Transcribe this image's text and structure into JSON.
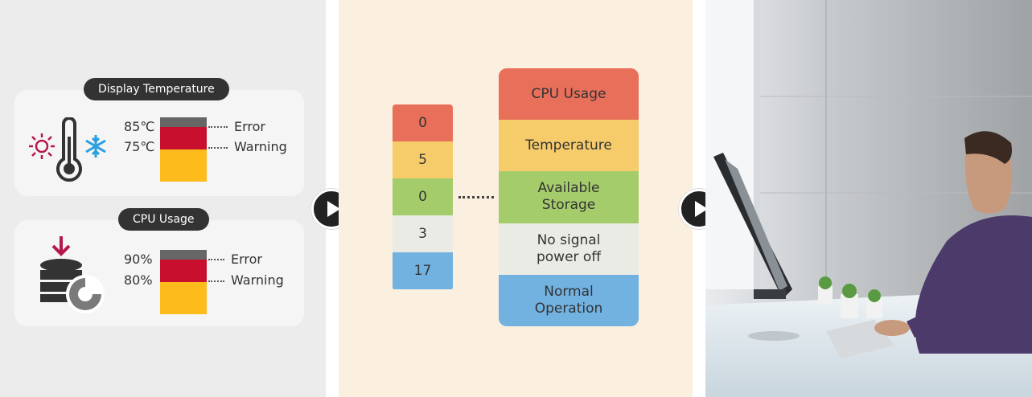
{
  "display_temperature": {
    "title": "Display Temperature",
    "thresholds": [
      "85℃",
      "75℃"
    ],
    "levels": [
      "Error",
      "Warning"
    ],
    "icons": [
      "sun-icon",
      "thermometer-icon",
      "snowflake-icon"
    ]
  },
  "cpu_usage": {
    "title": "CPU Usage",
    "thresholds": [
      "90%",
      "80%"
    ],
    "levels": [
      "Error",
      "Warning"
    ],
    "icons": [
      "database-download-icon",
      "pie-chart-icon"
    ]
  },
  "counts": [
    "0",
    "5",
    "0",
    "3",
    "17"
  ],
  "legend": [
    {
      "label": "CPU Usage",
      "color": "#e8705a"
    },
    {
      "label": "Temperature",
      "color": "#f6cc6b"
    },
    {
      "label": "Available Storage",
      "color": "#a5cc6b"
    },
    {
      "label": "No signal power off",
      "color": "#ebebe6"
    },
    {
      "label": "Normal Operation",
      "color": "#72b2e1"
    }
  ],
  "colors": {
    "error_bar": "#c8102e",
    "warning_bar": "#fdbb1c",
    "top_bar": "#666666",
    "icon_red": "#b5174c",
    "icon_blue": "#2b9fe0"
  }
}
